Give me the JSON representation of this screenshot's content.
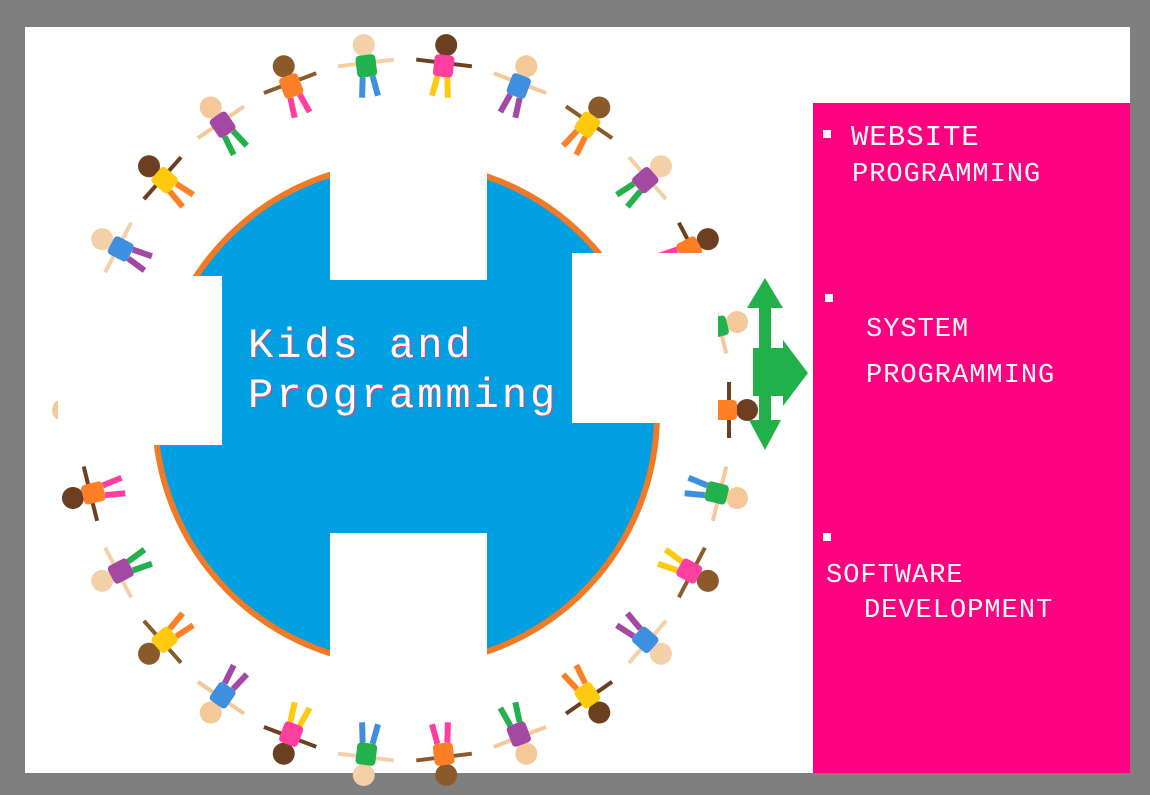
{
  "center": {
    "line1": "Kids and",
    "line2": "Programming"
  },
  "panel": {
    "items": [
      {
        "line1": "WEBSITE",
        "line2": "PROGRAMMING"
      },
      {
        "line1": "SYSTEM",
        "line2": "PROGRAMMING"
      },
      {
        "line1": "SOFTWARE",
        "line2": "DEVELOPMENT"
      }
    ]
  },
  "colors": {
    "circle": "#00a0e3",
    "ring": "#f07a26",
    "panel": "#ff0080",
    "arrow": "#22b04b"
  }
}
